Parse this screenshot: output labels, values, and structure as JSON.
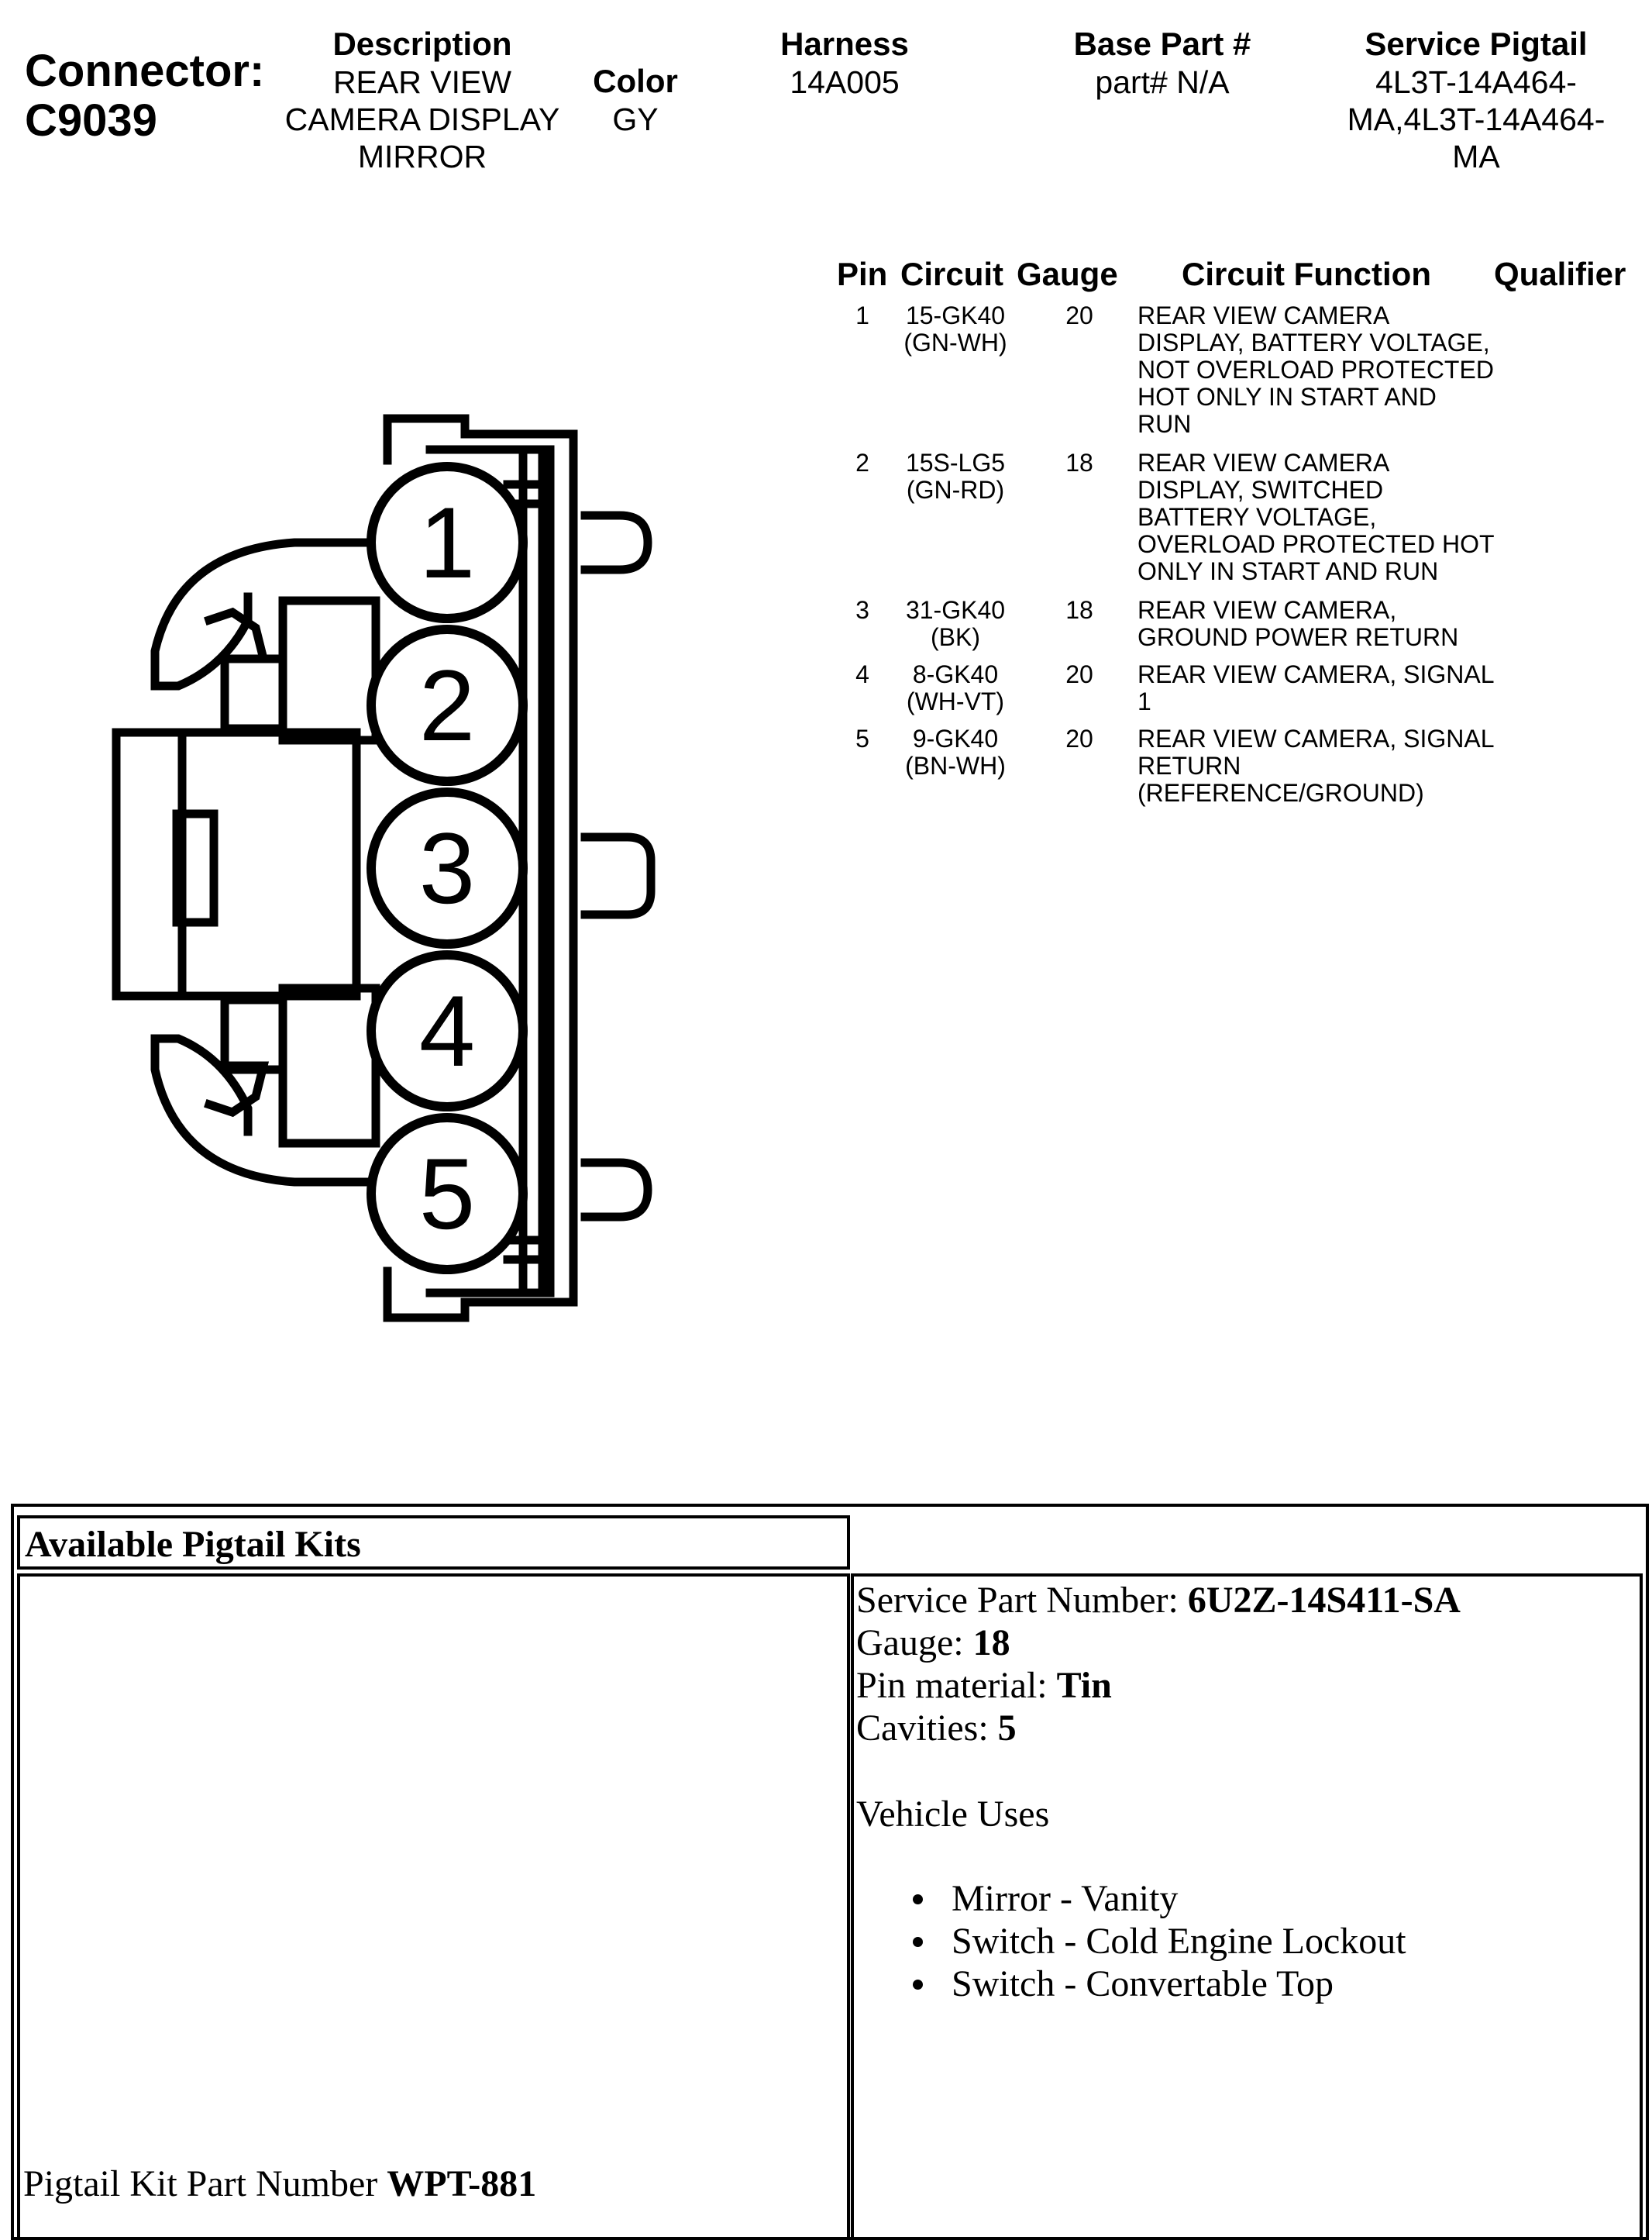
{
  "connector": {
    "label": "Connector:",
    "id": "C9039"
  },
  "header": {
    "description": {
      "heading": "Description",
      "lines": [
        "REAR VIEW",
        "CAMERA DISPLAY",
        "MIRROR"
      ]
    },
    "color": {
      "heading": "Color",
      "value": "GY"
    },
    "harness": {
      "heading": "Harness",
      "value": "14A005"
    },
    "base_part": {
      "heading": "Base Part #",
      "value": "part# N/A"
    },
    "service_pigtail": {
      "heading": "Service Pigtail",
      "lines": [
        "4L3T-14A464-",
        "MA,4L3T-14A464-",
        "MA"
      ]
    }
  },
  "pin_table": {
    "headers": {
      "pin": "Pin",
      "circuit": "Circuit",
      "gauge": "Gauge",
      "function": "Circuit Function",
      "qualifier": "Qualifier"
    },
    "rows": [
      {
        "pin": "1",
        "circuit": "15-GK40",
        "color": "(GN-WH)",
        "gauge": "20",
        "function": "REAR VIEW CAMERA\nDISPLAY, BATTERY VOLTAGE,\nNOT OVERLOAD PROTECTED\nHOT ONLY IN START AND\nRUN"
      },
      {
        "pin": "2",
        "circuit": "15S-LG5",
        "color": "(GN-RD)",
        "gauge": "18",
        "function": "REAR VIEW CAMERA\nDISPLAY, SWITCHED\nBATTERY VOLTAGE,\nOVERLOAD PROTECTED HOT\nONLY IN START AND RUN"
      },
      {
        "pin": "3",
        "circuit": "31-GK40",
        "color": "(BK)",
        "gauge": "18",
        "function": "REAR VIEW CAMERA,\nGROUND POWER RETURN"
      },
      {
        "pin": "4",
        "circuit": "8-GK40",
        "color": "(WH-VT)",
        "gauge": "20",
        "function": "REAR VIEW CAMERA, SIGNAL\n1"
      },
      {
        "pin": "5",
        "circuit": "9-GK40",
        "color": "(BN-WH)",
        "gauge": "20",
        "function": "REAR VIEW CAMERA, SIGNAL\nRETURN\n(REFERENCE/GROUND)"
      }
    ]
  },
  "diagram": {
    "pin_labels": [
      "1",
      "2",
      "3",
      "4",
      "5"
    ]
  },
  "pigtail": {
    "title": "Available Pigtail Kits",
    "service_part": {
      "label": "Service Part Number: ",
      "value": "6U2Z-14S411-SA"
    },
    "gauge": {
      "label": "Gauge: ",
      "value": "18"
    },
    "pin_material": {
      "label": "Pin material: ",
      "value": "Tin"
    },
    "cavities": {
      "label": "Cavities: ",
      "value": "5"
    },
    "vehicle_uses_label": "Vehicle Uses",
    "vehicle_uses": [
      "Mirror - Vanity",
      "Switch - Cold Engine Lockout",
      "Switch - Convertable Top"
    ],
    "kit_part": {
      "label": "Pigtail Kit Part Number ",
      "value": "WPT-881"
    }
  }
}
